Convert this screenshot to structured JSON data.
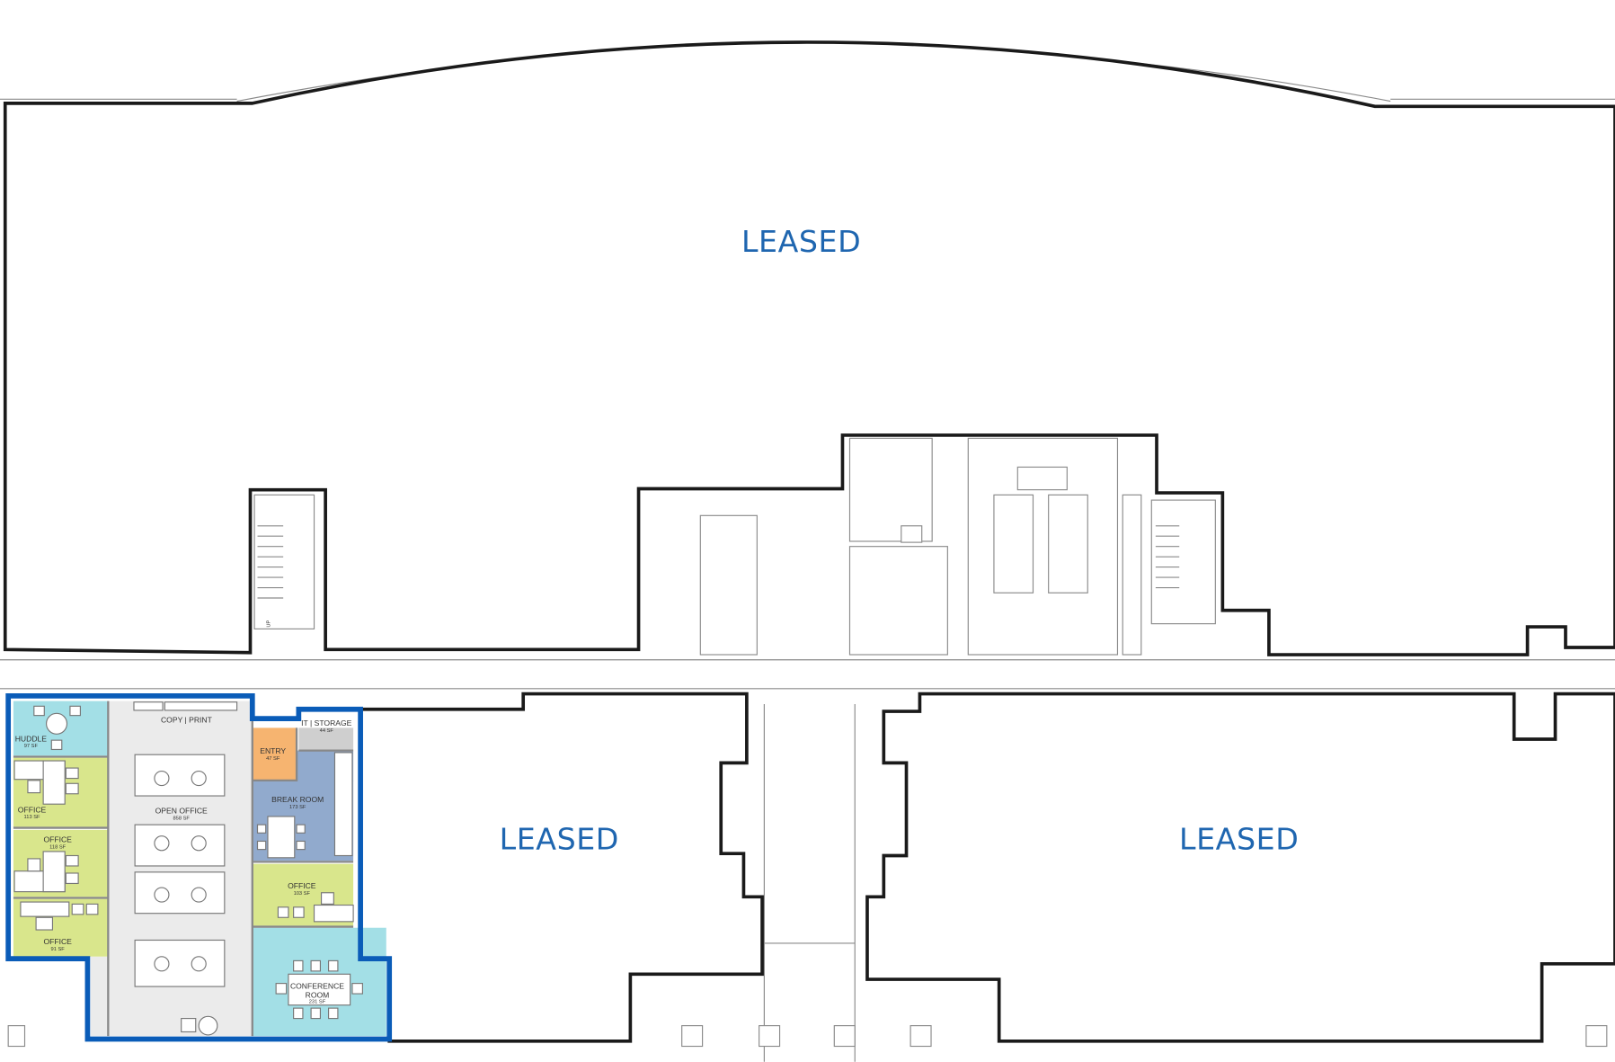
{
  "plan": {
    "leased_label": "LEASED",
    "leased_areas": [
      {
        "id": "north",
        "label": "LEASED"
      },
      {
        "id": "south-center",
        "label": "LEASED"
      },
      {
        "id": "south-east",
        "label": "LEASED"
      }
    ],
    "suite": {
      "outline_color": "#0a5cb8",
      "rooms": [
        {
          "id": "huddle",
          "name": "HUDDLE",
          "area": "97 SF",
          "color": "#a3dfe6"
        },
        {
          "id": "office-1",
          "name": "OFFICE",
          "area": "113 SF",
          "color": "#d9e68c"
        },
        {
          "id": "office-2",
          "name": "OFFICE",
          "area": "118 SF",
          "color": "#d9e68c"
        },
        {
          "id": "office-3",
          "name": "OFFICE",
          "area": "91 SF",
          "color": "#d9e68c"
        },
        {
          "id": "copy-print",
          "name": "COPY | PRINT",
          "area": "",
          "color": "#ebebeb"
        },
        {
          "id": "open-office",
          "name": "OPEN OFFICE",
          "area": "858 SF",
          "color": "#ebebeb"
        },
        {
          "id": "entry",
          "name": "ENTRY",
          "area": "47 SF",
          "color": "#f6b470"
        },
        {
          "id": "it-storage",
          "name": "IT | STORAGE",
          "area": "44 SF",
          "color": "#cfcfcf"
        },
        {
          "id": "break-room",
          "name": "BREAK ROOM",
          "area": "173 SF",
          "color": "#91aacd"
        },
        {
          "id": "office-4",
          "name": "OFFICE",
          "area": "103 SF",
          "color": "#d9e68c"
        },
        {
          "id": "conference",
          "name": "CONFERENCE ROOM",
          "name_line1": "CONFERENCE",
          "name_line2": "ROOM",
          "area": "231 SF",
          "color": "#a3dfe6"
        }
      ]
    },
    "stair_label": "UP"
  }
}
